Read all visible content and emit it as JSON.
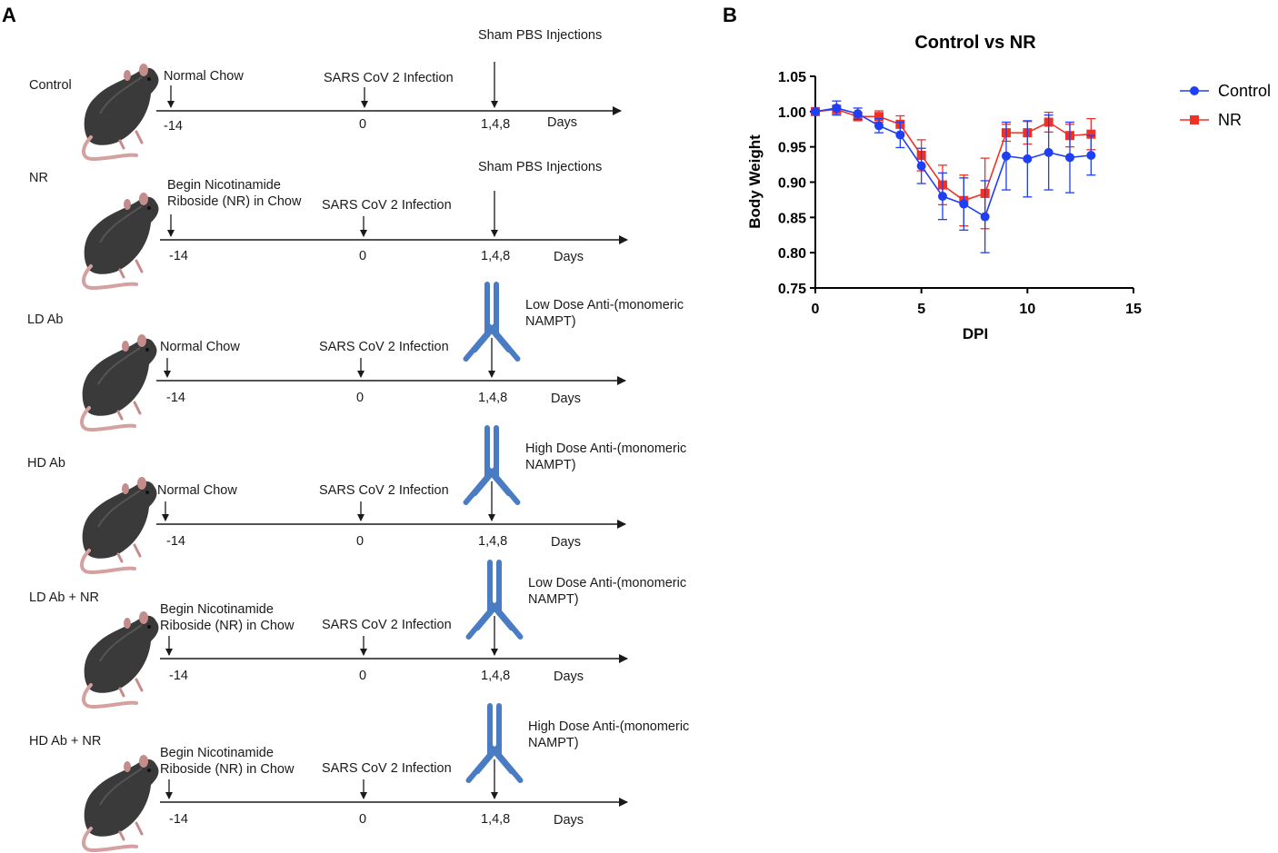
{
  "panels": {
    "a": "A",
    "b": "B"
  },
  "timelines": [
    {
      "group": "Control",
      "pre": [
        "Normal Chow"
      ],
      "infection": "SARS CoV 2 Infection",
      "treatment": [
        "Sham PBS Injections"
      ],
      "antibody": false,
      "ticks": [
        "-14",
        "0",
        "1,4,8"
      ],
      "axis_label": "Days"
    },
    {
      "group": "NR",
      "pre": [
        "Begin Nicotinamide",
        "Riboside (NR) in Chow"
      ],
      "infection": "SARS CoV 2 Infection",
      "treatment": [
        "Sham PBS Injections"
      ],
      "antibody": false,
      "ticks": [
        "-14",
        "0",
        "1,4,8"
      ],
      "axis_label": "Days"
    },
    {
      "group": "LD Ab",
      "pre": [
        "Normal Chow"
      ],
      "infection": "SARS CoV 2 Infection",
      "treatment": [
        "Low Dose Anti-(monomeric",
        "NAMPT)"
      ],
      "antibody": true,
      "ticks": [
        "-14",
        "0",
        "1,4,8"
      ],
      "axis_label": "Days"
    },
    {
      "group": "HD Ab",
      "pre": [
        "Normal Chow"
      ],
      "infection": "SARS CoV 2 Infection",
      "treatment": [
        "High Dose Anti-(monomeric",
        "NAMPT)"
      ],
      "antibody": true,
      "ticks": [
        "-14",
        "0",
        "1,4,8"
      ],
      "axis_label": "Days"
    },
    {
      "group": "LD Ab + NR",
      "pre": [
        "Begin Nicotinamide",
        "Riboside (NR) in Chow"
      ],
      "infection": "SARS CoV 2 Infection",
      "treatment": [
        "Low Dose Anti-(monomeric",
        "NAMPT)"
      ],
      "antibody": true,
      "ticks": [
        "-14",
        "0",
        "1,4,8"
      ],
      "axis_label": "Days"
    },
    {
      "group": "HD Ab + NR",
      "pre": [
        "Begin Nicotinamide",
        "Riboside (NR) in Chow"
      ],
      "infection": "SARS CoV 2 Infection",
      "treatment": [
        "High Dose Anti-(monomeric",
        "NAMPT)"
      ],
      "antibody": true,
      "ticks": [
        "-14",
        "0",
        "1,4,8"
      ],
      "axis_label": "Days"
    }
  ],
  "colors": {
    "antibody": "#4a7cc4",
    "mouse_body": "#3a3a3a",
    "mouse_tail": "#d4a0a0",
    "arrow": "#1a1a1a"
  },
  "chart_data": {
    "type": "line",
    "title": "Control vs NR",
    "xlabel": "DPI",
    "ylabel": "Body Weight",
    "xlim": [
      0,
      15
    ],
    "ylim": [
      0.75,
      1.05
    ],
    "xticks": [
      "0",
      "5",
      "10",
      "15"
    ],
    "yticks": [
      "0.75",
      "0.80",
      "0.85",
      "0.90",
      "0.95",
      "1.00",
      "1.05"
    ],
    "legend_position": "right",
    "series": [
      {
        "name": "Control",
        "color": "#1f3ff5",
        "marker": "circle",
        "x": [
          0,
          1,
          2,
          3,
          4,
          5,
          6,
          7,
          8,
          9,
          10,
          11,
          12,
          13
        ],
        "y": [
          1.0,
          1.005,
          0.997,
          0.98,
          0.967,
          0.923,
          0.88,
          0.869,
          0.851,
          0.937,
          0.933,
          0.942,
          0.935,
          0.938
        ],
        "err": [
          0.0,
          0.01,
          0.008,
          0.01,
          0.018,
          0.025,
          0.033,
          0.037,
          0.051,
          0.048,
          0.054,
          0.053,
          0.05,
          0.028
        ]
      },
      {
        "name": "NR",
        "color": "#ef3226",
        "marker": "square",
        "x": [
          0,
          1,
          2,
          3,
          4,
          5,
          6,
          7,
          8,
          9,
          10,
          11,
          12,
          13
        ],
        "y": [
          1.0,
          1.003,
          0.993,
          0.993,
          0.982,
          0.938,
          0.896,
          0.874,
          0.884,
          0.97,
          0.97,
          0.985,
          0.966,
          0.968
        ],
        "err": [
          0.0,
          0.006,
          0.006,
          0.008,
          0.012,
          0.022,
          0.028,
          0.036,
          0.05,
          0.012,
          0.016,
          0.014,
          0.016,
          0.022
        ]
      }
    ]
  }
}
